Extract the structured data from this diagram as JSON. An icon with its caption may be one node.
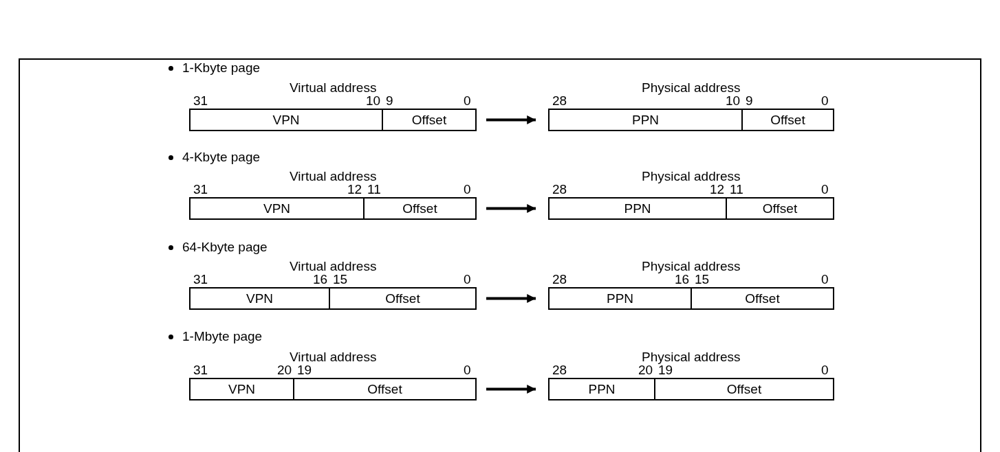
{
  "diagram": {
    "nodes": [
      {
        "text": [
          "Virtual address"
        ],
        "beside": [
          "31",
          "10",
          "9",
          "0"
        ]
      },
      {
        "text": [
          "VPN"
        ],
        "in": 0
      },
      {
        "text": [
          "Offset"
        ],
        "in": 0
      },
      {
        "text": [
          "Physical address"
        ],
        "beside": [
          "28",
          "10",
          "9",
          "0"
        ]
      },
      {
        "text": [
          "PPN"
        ],
        "in": 3
      },
      {
        "text": [
          "Offset"
        ],
        "in": 3
      },
      {
        "text": [
          "Virtual address"
        ],
        "beside": [
          "31",
          "12",
          "11",
          "0"
        ]
      },
      {
        "text": [
          "VPN"
        ],
        "in": 6
      },
      {
        "text": [
          "Offset"
        ],
        "in": 6
      },
      {
        "text": [
          "Physical address"
        ],
        "beside": [
          "28",
          "12",
          "11",
          "0"
        ]
      },
      {
        "text": [
          "PPN"
        ],
        "in": 9
      },
      {
        "text": [
          "Offset"
        ],
        "in": 9
      },
      {
        "text": [
          "Virtual address"
        ],
        "beside": [
          "31",
          "16",
          "15",
          "0"
        ]
      },
      {
        "text": [
          "VPN"
        ],
        "in": 12
      },
      {
        "text": [
          "Offset"
        ],
        "in": 12
      },
      {
        "text": [
          "Physical address"
        ],
        "beside": [
          "28",
          "16",
          "15",
          "0"
        ]
      },
      {
        "text": [
          "PPN"
        ],
        "in": 15
      },
      {
        "text": [
          "Offset"
        ],
        "in": 15
      },
      {
        "text": [
          "Virtual address"
        ],
        "beside": [
          "31",
          "20",
          "19",
          "0"
        ]
      },
      {
        "text": [
          "VPN"
        ],
        "in": 18
      },
      {
        "text": [
          "Offset"
        ],
        "in": 18
      },
      {
        "text": [
          "Physical address"
        ],
        "beside": [
          "28",
          "20",
          "19",
          "0"
        ]
      },
      {
        "text": [
          "PPN"
        ],
        "in": 21
      },
      {
        "text": [
          "Offset"
        ],
        "in": 21
      }
    ],
    "edges": [
      {
        "from": 0,
        "to": 3,
        "arrow": "to"
      },
      {
        "from": 6,
        "to": 9,
        "arrow": "to"
      },
      {
        "from": 12,
        "to": 15,
        "arrow": "to"
      },
      {
        "from": 18,
        "to": 21,
        "arrow": "to"
      }
    ],
    "labels": [
      "1-Kbyte page",
      "4-Kbyte page",
      "64-Kbyte page",
      "1-Mbyte page"
    ]
  }
}
